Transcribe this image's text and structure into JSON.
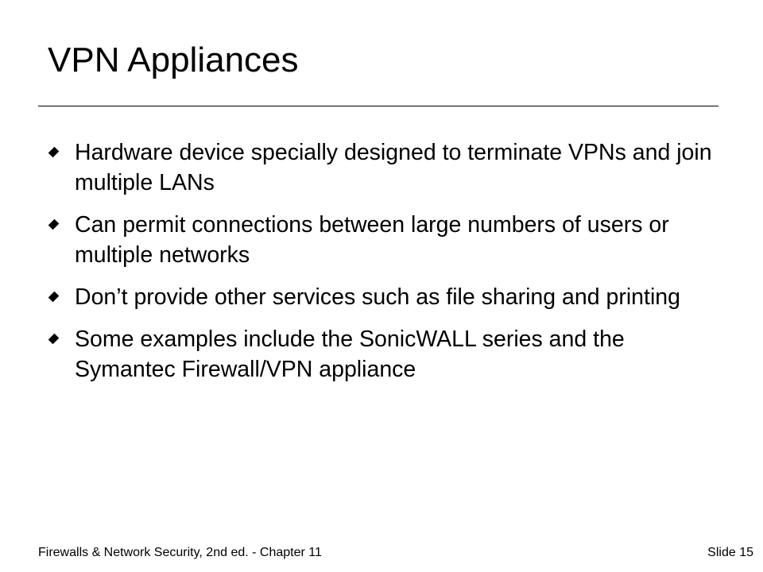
{
  "slide": {
    "title": "VPN Appliances",
    "bullets": [
      {
        "text": "Hardware device specially designed to terminate VPNs and join multiple LANs"
      },
      {
        "text": "Can permit connections between large numbers of users or multiple networks"
      },
      {
        "text": "Don’t provide other services such as file sharing and printing"
      },
      {
        "text": "Some examples include the SonicWALL series and the Symantec Firewall/VPN appliance"
      }
    ],
    "bullet_icon": "diamond-icon",
    "footer": {
      "source": "Firewalls & Network Security, 2nd ed. - Chapter 11",
      "slide_number": "Slide 15"
    }
  }
}
